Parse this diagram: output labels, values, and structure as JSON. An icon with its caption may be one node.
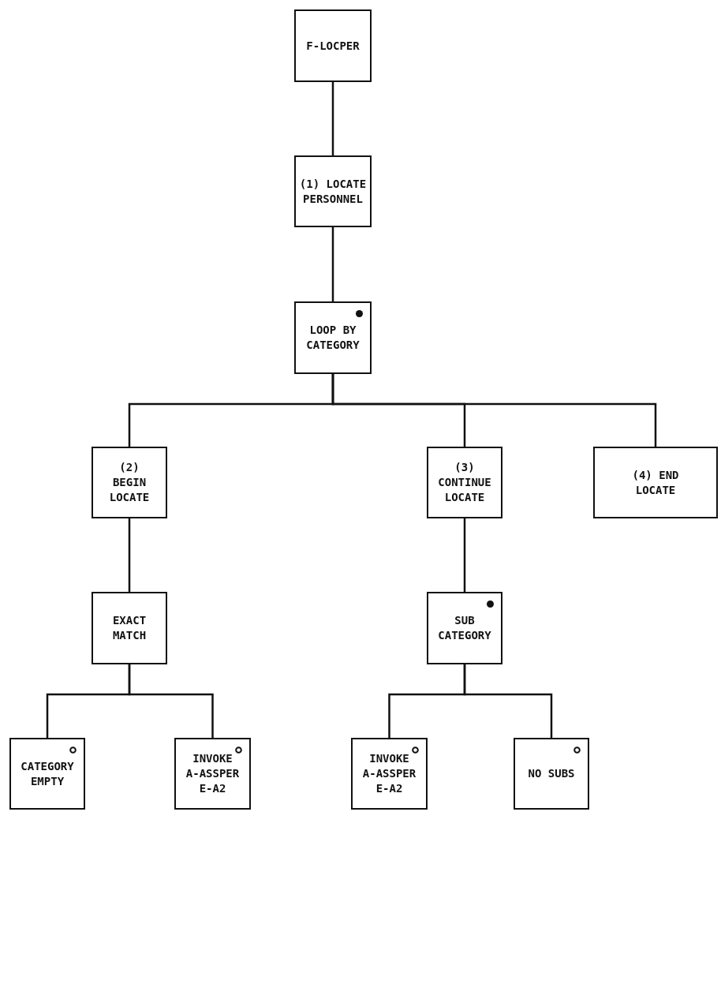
{
  "diagram": {
    "nodes": [
      {
        "text": [
          "F-LOCPER"
        ]
      },
      {
        "text": [
          "(1) LOCATE PERSONNEL"
        ]
      },
      {
        "text": [
          "LOOP BY CATEGORY"
        ]
      },
      {
        "text": [
          "(2) BEGIN LOCATE"
        ]
      },
      {
        "text": [
          "(3) CONTINUE LOCATE"
        ]
      },
      {
        "text": [
          "(4) END LOCATE"
        ]
      },
      {
        "text": [
          "EXACT MATCH"
        ]
      },
      {
        "text": [
          "SUB CATEGORY"
        ]
      },
      {
        "text": [
          "CATEGORY EMPTY"
        ]
      },
      {
        "text": [
          "INVOKE A-ASSPER E-A2"
        ]
      },
      {
        "text": [
          "INVOKE A-ASSPER E-A2"
        ]
      },
      {
        "text": [
          "NO SUBS"
        ]
      }
    ],
    "edges": [
      {
        "from": 0,
        "to": 1,
        "arrow": "none"
      },
      {
        "from": 1,
        "to": 2,
        "arrow": "none"
      },
      {
        "from": 2,
        "to": 3,
        "arrow": "none"
      },
      {
        "from": 2,
        "to": 4,
        "arrow": "none"
      },
      {
        "from": 2,
        "to": 5,
        "arrow": "none"
      },
      {
        "from": 3,
        "to": 6,
        "arrow": "none"
      },
      {
        "from": 4,
        "to": 7,
        "arrow": "none"
      },
      {
        "from": 6,
        "to": 8,
        "arrow": "none"
      },
      {
        "from": 6,
        "to": 9,
        "arrow": "none"
      },
      {
        "from": 7,
        "to": 10,
        "arrow": "none"
      },
      {
        "from": 7,
        "to": 11,
        "arrow": "none"
      }
    ]
  }
}
